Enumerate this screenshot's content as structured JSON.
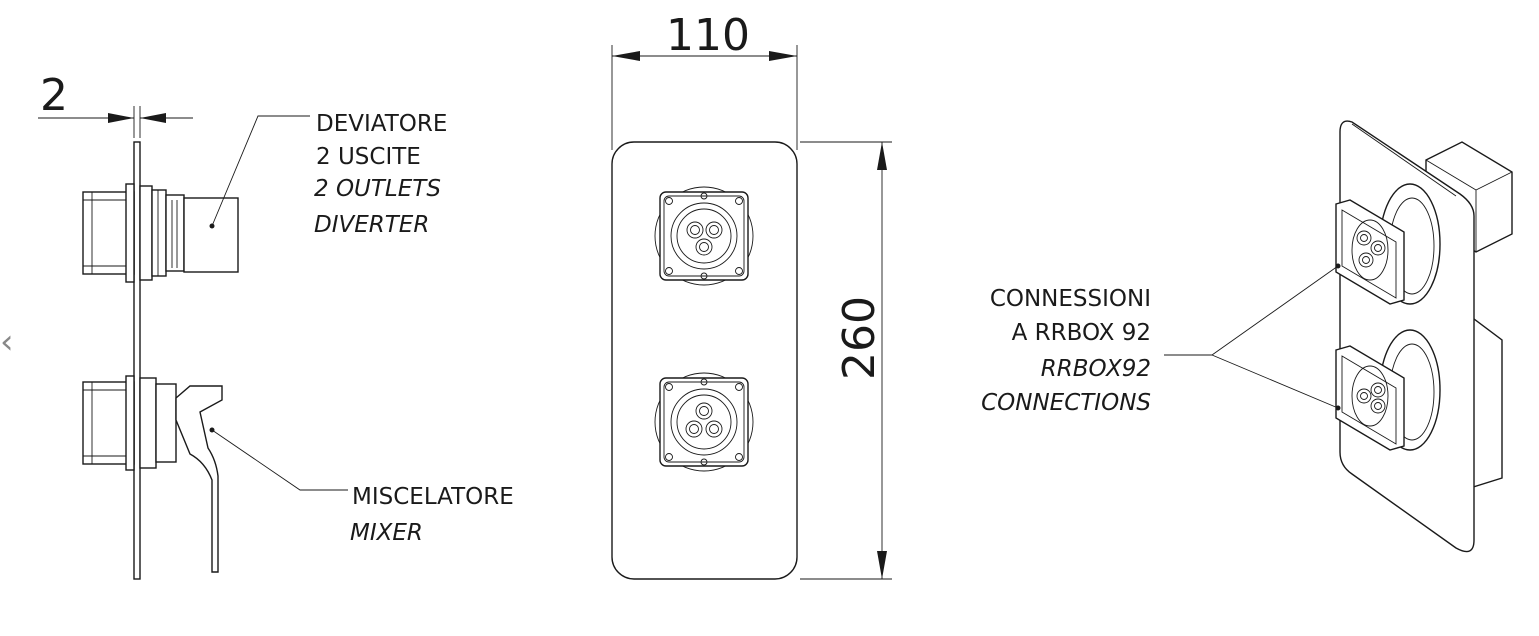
{
  "dimensions": {
    "plate_offset": "2",
    "width": "110",
    "height": "260"
  },
  "labels": {
    "diverter": {
      "line1": "DEVIATORE",
      "line2": "2 USCITE",
      "line3": "2 OUTLETS",
      "line4": "DIVERTER"
    },
    "mixer": {
      "line1": "MISCELATORE",
      "line2": "MIXER"
    },
    "connections": {
      "line1": "CONNESSIONI",
      "line2": "A RRBOX 92",
      "line3": "RRBOX92",
      "line4": "CONNECTIONS"
    }
  },
  "icons": {
    "nav": "chevron-left-icon"
  }
}
